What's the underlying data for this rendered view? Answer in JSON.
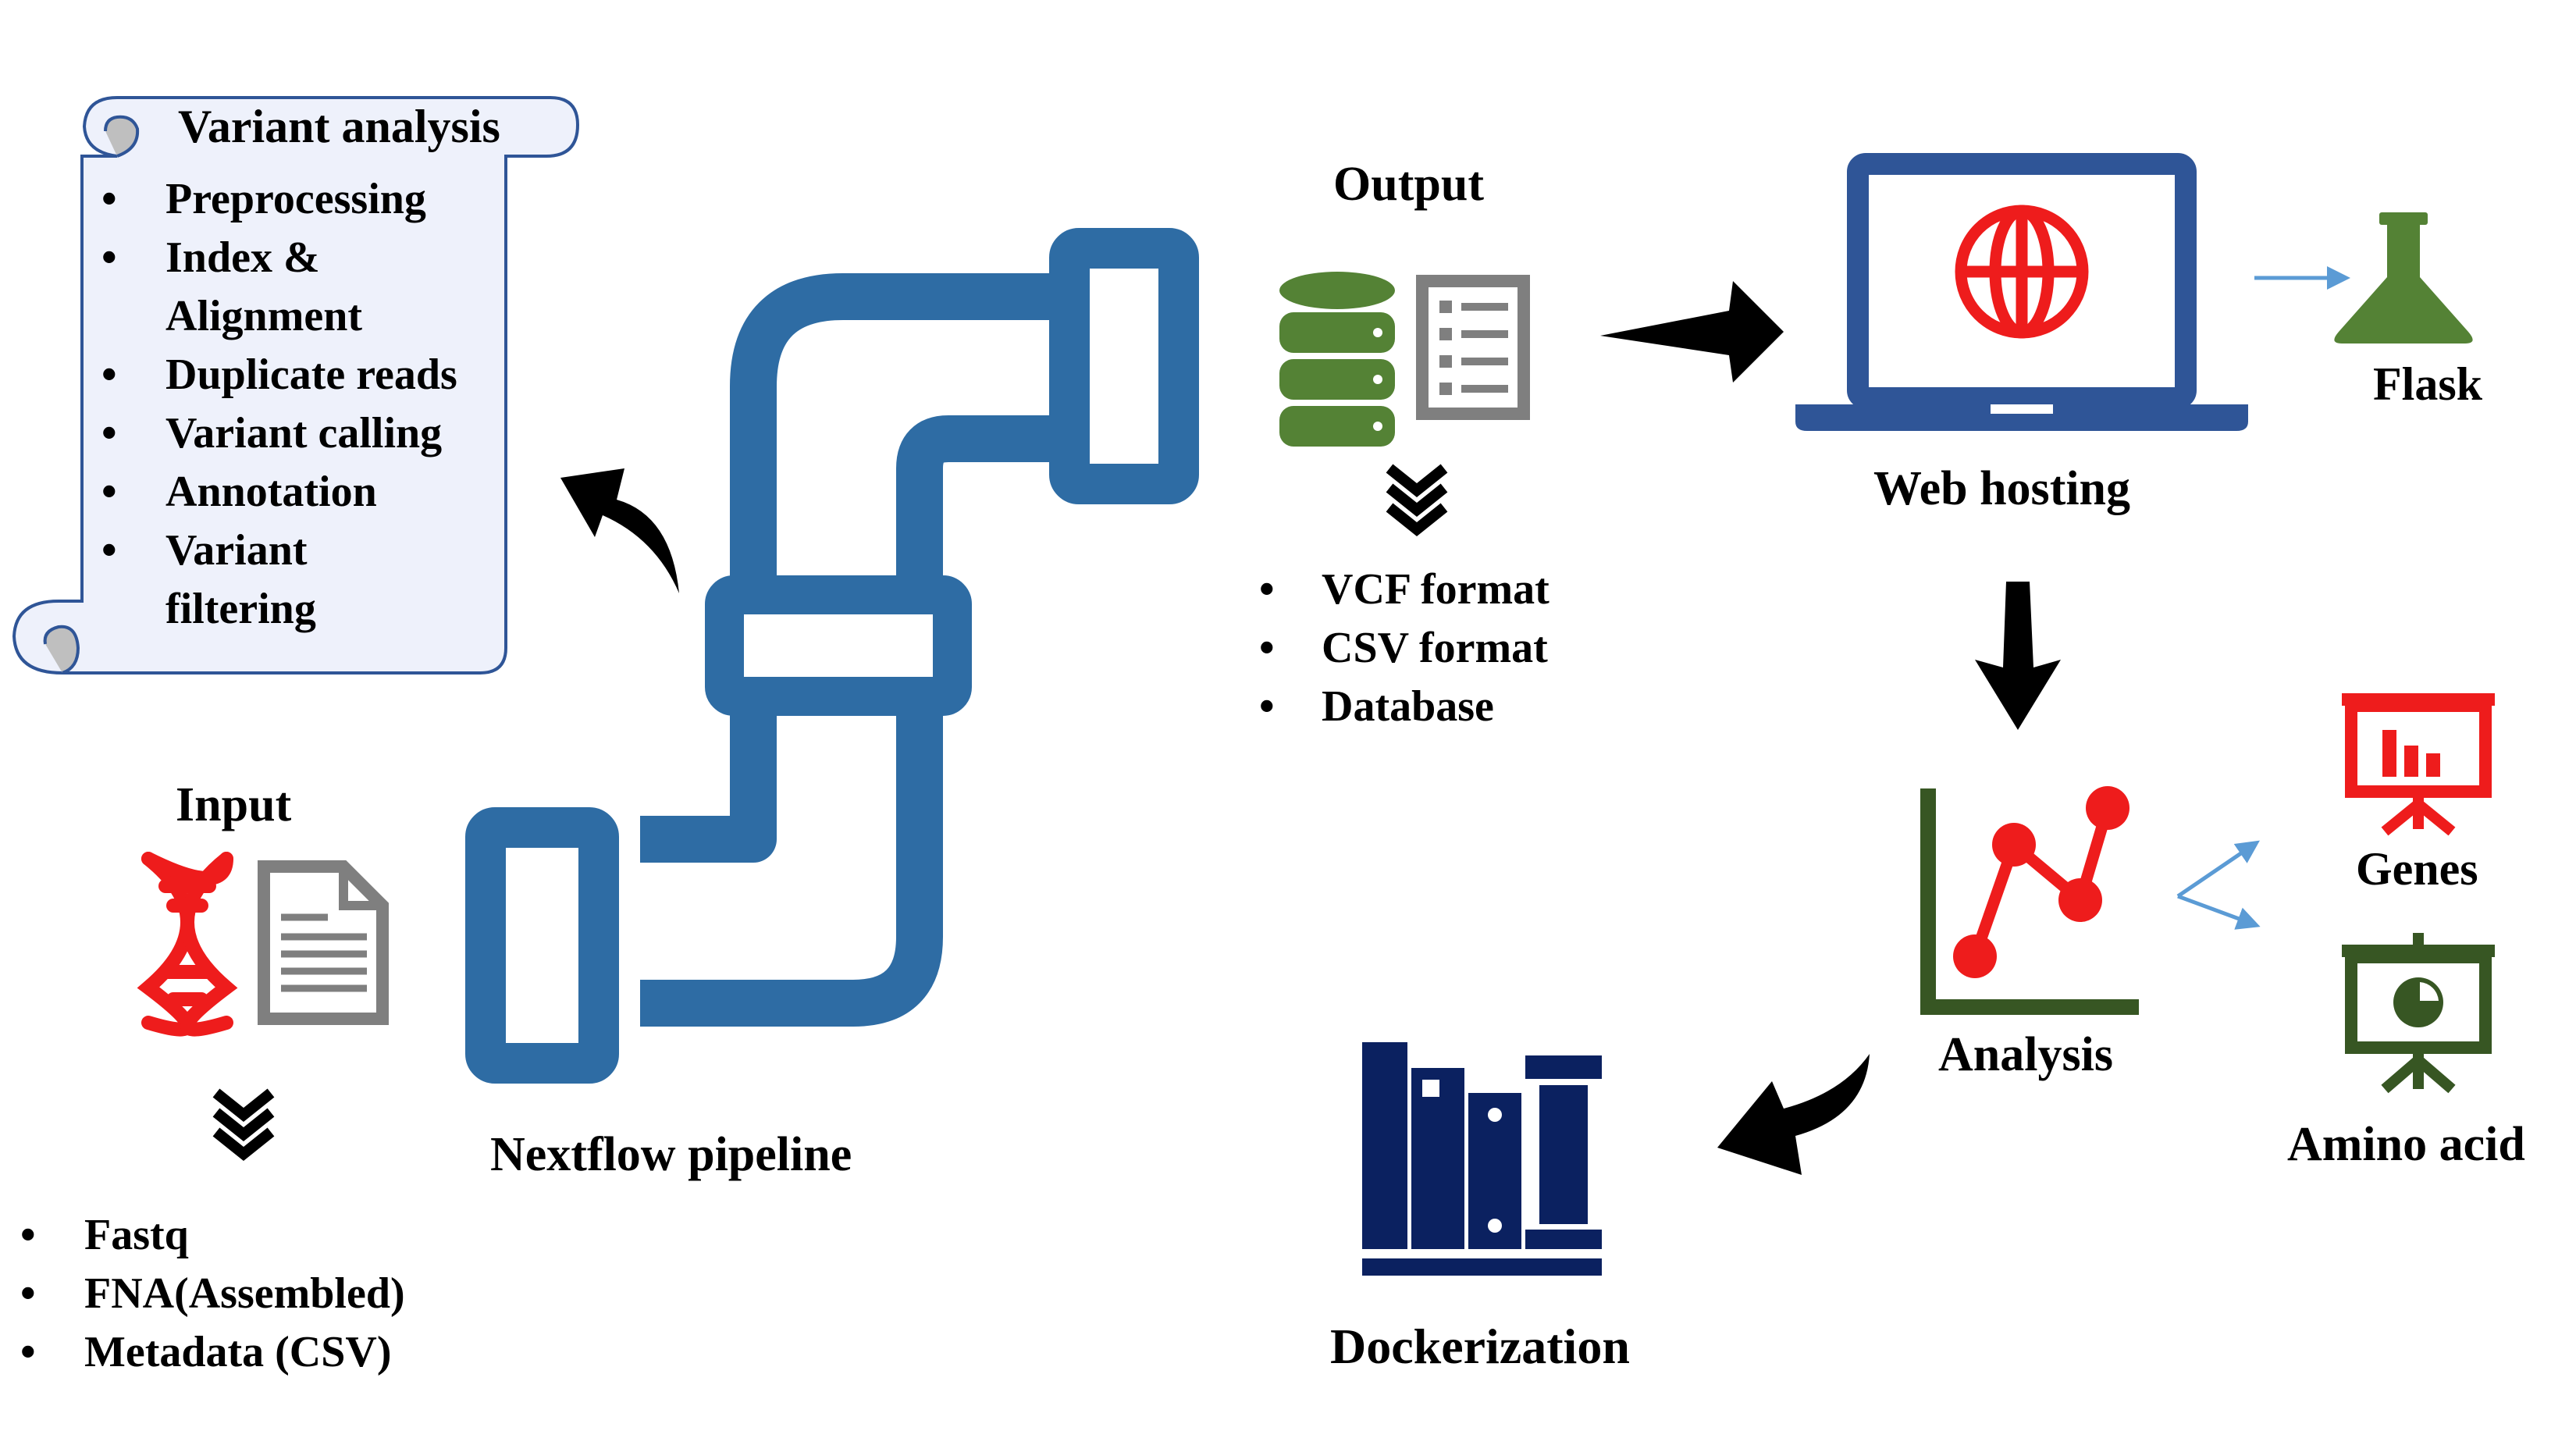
{
  "variant_analysis": {
    "title": "Variant analysis",
    "steps": [
      "Preprocessing",
      "Index &\nAlignment",
      "Duplicate reads",
      "Variant calling",
      "Annotation",
      "Variant\nfiltering"
    ]
  },
  "pipeline": {
    "label": "Nextflow pipeline",
    "color": "#2e6ca4"
  },
  "input": {
    "title": "Input",
    "items": [
      "Fastq",
      "FNA(Assembled)",
      "Metadata (CSV)"
    ],
    "dna_color": "#ee1c1c",
    "doc_color": "#7f7f7f"
  },
  "output": {
    "title": "Output",
    "items": [
      "VCF format",
      "CSV format",
      "Database"
    ],
    "db_color": "#548235",
    "list_icon_color": "#7f7f7f"
  },
  "web_hosting": {
    "label": "Web hosting",
    "laptop_color": "#2f5597",
    "globe_color": "#ee1c1c"
  },
  "flask": {
    "label": "Flask",
    "color": "#548235"
  },
  "analysis": {
    "label": "Analysis",
    "axis_color": "#375623",
    "line_color": "#ee1c1c"
  },
  "genes": {
    "label": "Genes",
    "color": "#ee1c1c"
  },
  "amino_acid": {
    "label": "Amino acid",
    "color": "#375623"
  },
  "dockerization": {
    "label": "Dockerization",
    "color": "#0b2160"
  },
  "connector_color": "#5b9bd5",
  "icons": [
    "scroll-icon",
    "pipe-icon",
    "dna-icon",
    "document-icon",
    "database-icon",
    "checklist-icon",
    "laptop-icon",
    "globe-icon",
    "flask-icon",
    "line-chart-icon",
    "bar-chart-board-icon",
    "pie-chart-board-icon",
    "bookshelf-icon",
    "chevron-down-icon",
    "arrow-icon"
  ]
}
